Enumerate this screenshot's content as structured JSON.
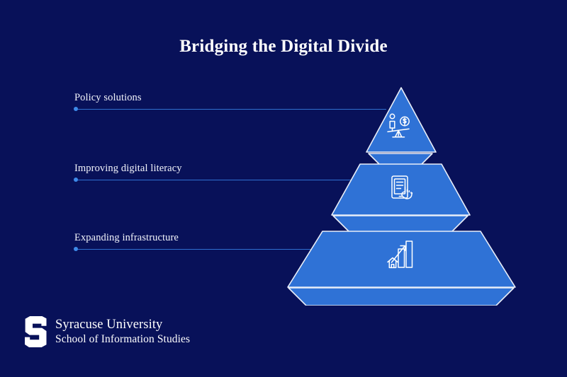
{
  "page": {
    "title": "Bridging the Digital Divide",
    "background_color": "#081159",
    "tier_color": "#2f72d6",
    "outline_color": "#e9eef8",
    "leader_color": "#2f6fd0",
    "dot_color": "#3d8ae8",
    "text_color": "#ffffff"
  },
  "diagram": {
    "type": "pyramid",
    "orientation": "3-tier stacked pyramid, apex at top",
    "tiers": [
      {
        "index": 1,
        "position": "top",
        "label": "Policy solutions",
        "icon": "balance-scale-person-money-icon",
        "icon_description": "tilted balance scale with a person on one side and a dollar coin on the other"
      },
      {
        "index": 2,
        "position": "middle",
        "label": "Improving digital literacy",
        "icon": "hand-tablet-document-icon",
        "icon_description": "hand with pointing finger touching a tablet showing lines of text"
      },
      {
        "index": 3,
        "position": "bottom",
        "label": "Expanding infrastructure",
        "icon": "growth-bar-chart-house-icon",
        "icon_description": "rising bar chart with upward arrow and a small house"
      }
    ]
  },
  "logo": {
    "mark": "block-letter-s-icon",
    "line1": "Syracuse University",
    "line2": "School of Information Studies"
  }
}
